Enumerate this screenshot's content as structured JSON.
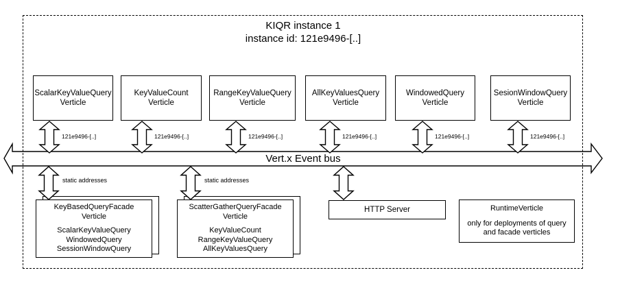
{
  "colors": {
    "line": "#000000",
    "background": "#ffffff",
    "text": "#000000"
  },
  "header": {
    "title": "KIQR instance 1",
    "subtitle": "instance id: 121e9496-[..]"
  },
  "event_bus": {
    "label": "Vert.x Event bus"
  },
  "verticles": [
    {
      "name": "ScalarKeyValueQuery",
      "type_line": "Verticle",
      "bus_address": "121e9496-[..]"
    },
    {
      "name": "KeyValueCount",
      "type_line": "Verticle",
      "bus_address": "121e9496-[..]"
    },
    {
      "name": "RangeKeyValueQuery",
      "type_line": "Verticle",
      "bus_address": "121e9496-[..]"
    },
    {
      "name": "AllKeyValuesQuery",
      "type_line": "Verticle",
      "bus_address": "121e9496-[..]"
    },
    {
      "name": "WindowedQuery",
      "type_line": "Verticle",
      "bus_address": "121e9496-[..]"
    },
    {
      "name": "SesionWindowQuery",
      "type_line": "Verticle",
      "bus_address": "121e9496-[..]"
    }
  ],
  "facades": [
    {
      "name": "KeyBasedQueryFacade",
      "type_line": "Verticle",
      "bus_label": "static addresses",
      "handles": [
        "ScalarKeyValueQuery",
        "WindowedQuery",
        "SessionWindowQuery"
      ]
    },
    {
      "name": "ScatterGatherQueryFacade",
      "type_line": "Verticle",
      "bus_label": "static addresses",
      "handles": [
        "KeyValueCount",
        "RangeKeyValueQuery",
        "AllKeyValuesQuery"
      ]
    }
  ],
  "http_server": {
    "label": "HTTP Server"
  },
  "runtime_verticle": {
    "title": "RuntimeVerticle",
    "note_line1": "only for deployments of query",
    "note_line2": "and facade verticles"
  }
}
